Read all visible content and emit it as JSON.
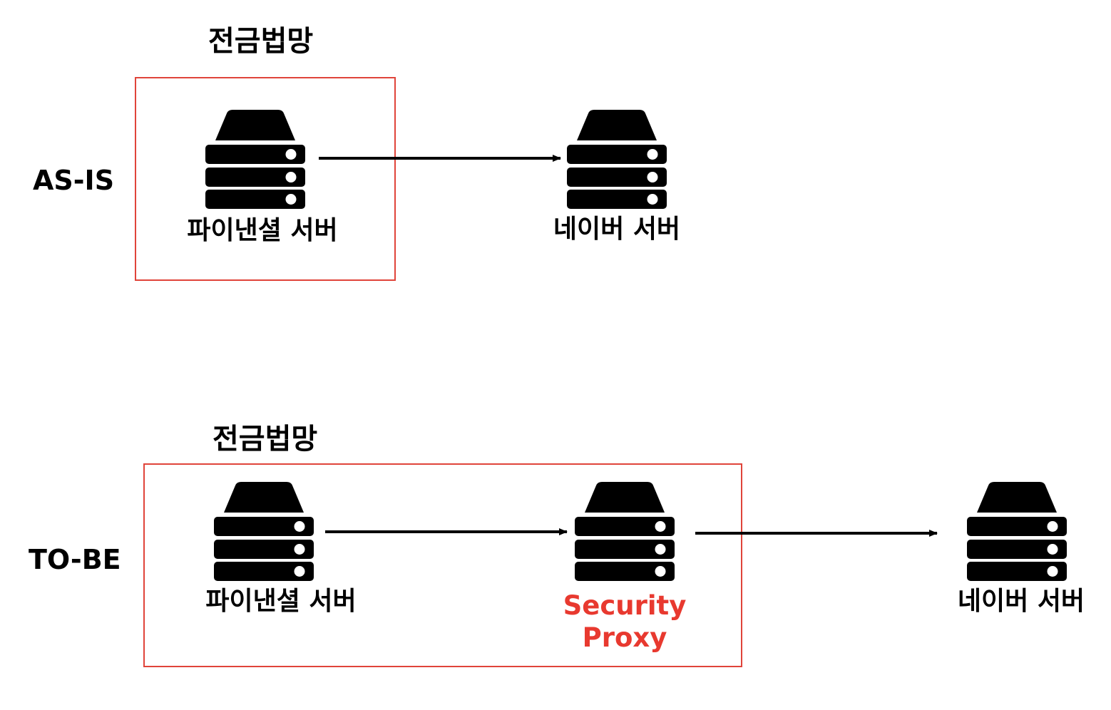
{
  "colors": {
    "zone_border": "#e0443a",
    "proxy_text": "#e8392f",
    "server_fill": "#000000",
    "arrow": "#000000"
  },
  "as_is": {
    "row_label": "AS-IS",
    "zone_title": "전금법망",
    "source_server": "파이낸셜 서버",
    "target_server": "네이버 서버"
  },
  "to_be": {
    "row_label": "TO-BE",
    "zone_title": "전금법망",
    "source_server": "파이낸셜 서버",
    "proxy_line1": "Security",
    "proxy_line2": "Proxy",
    "target_server": "네이버 서버"
  }
}
